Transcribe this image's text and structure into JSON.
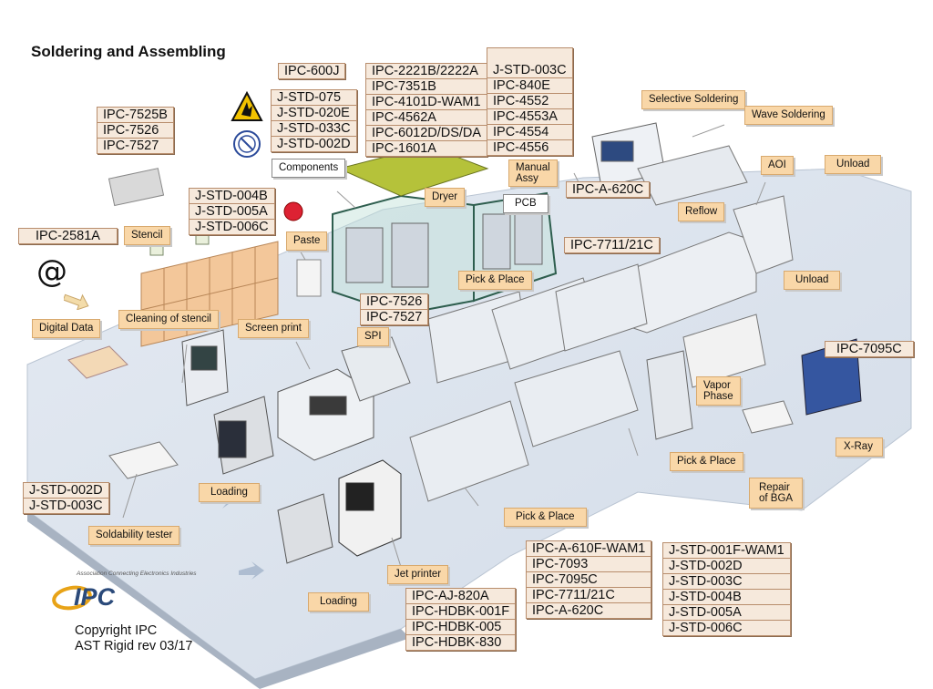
{
  "title": "Soldering and Assembling",
  "standards": {
    "ipc600j": [
      "IPC-600J"
    ],
    "ipc7525b": [
      "IPC-7525B",
      "IPC-7526",
      "IPC-7527"
    ],
    "jstd075": [
      "J-STD-075",
      "J-STD-020E",
      "J-STD-033C",
      "J-STD-002D"
    ],
    "ipc2221": [
      "IPC-2221B/2222A",
      "IPC-7351B",
      "IPC-4101D-WAM1",
      "IPC-4562A",
      "IPC-6012D/DS/DA",
      "IPC-1601A"
    ],
    "jstd003c": [
      "J-STD-003C",
      "IPC-840E",
      "IPC-4552",
      "IPC-4553A",
      "IPC-4554",
      "IPC-4556"
    ],
    "ipc2581a": [
      "IPC-2581A"
    ],
    "jstd004b": [
      "J-STD-004B",
      "J-STD-005A",
      "J-STD-006C"
    ],
    "ipc620c": [
      "IPC-A-620C"
    ],
    "ipc7711": [
      "IPC-7711/21C"
    ],
    "ipc7526": [
      "IPC-7526",
      "IPC-7527"
    ],
    "ipc7095c": [
      "IPC-7095C"
    ],
    "jstd002d": [
      "J-STD-002D",
      "J-STD-003C"
    ],
    "ipc610f": [
      "IPC-A-610F-WAM1",
      "IPC-7093",
      "IPC-7095C",
      "IPC-7711/21C",
      "IPC-A-620C"
    ],
    "jstd001f": [
      "J-STD-001F-WAM1",
      "J-STD-002D",
      "J-STD-003C",
      "J-STD-004B",
      "J-STD-005A",
      "J-STD-006C"
    ],
    "ipcaj820": [
      "IPC-AJ-820A",
      "IPC-HDBK-001F",
      "IPC-HDBK-005",
      "IPC-HDBK-830"
    ]
  },
  "callouts": {
    "components": "Components",
    "manual_assy": "Manual\nAssy",
    "pcb": "PCB",
    "dryer": "Dryer",
    "selective_soldering": "Selective Soldering",
    "wave_soldering": "Wave Soldering",
    "aoi": "AOI",
    "unload_top": "Unload",
    "reflow": "Reflow",
    "unload_mid": "Unload",
    "stencil": "Stencil",
    "paste": "Paste",
    "pick_place_top": "Pick & Place",
    "digital_data": "Digital Data",
    "cleaning_stencil": "Cleaning of stencil",
    "screen_print": "Screen print",
    "spi": "SPI",
    "vapor_phase": "Vapor\nPhase",
    "xray": "X-Ray",
    "pick_place_right": "Pick & Place",
    "repair_bga": "Repair\nof BGA",
    "loading_left": "Loading",
    "soldability": "Soldability tester",
    "pick_place_bottom": "Pick & Place",
    "jet_printer": "Jet printer",
    "loading_bottom": "Loading"
  },
  "logo": {
    "tagline": "Association Connecting Electronics Industries",
    "name": "IPC",
    "color": "#2b4a7a",
    "accent": "#e8a317"
  },
  "copyright": [
    "Copyright IPC",
    "AST Rigid rev 03/17"
  ],
  "icons": [
    "esd-warning-icon",
    "msd-label-icon",
    "at-sign-icon",
    "arrow-icon"
  ],
  "at_symbol": "@"
}
